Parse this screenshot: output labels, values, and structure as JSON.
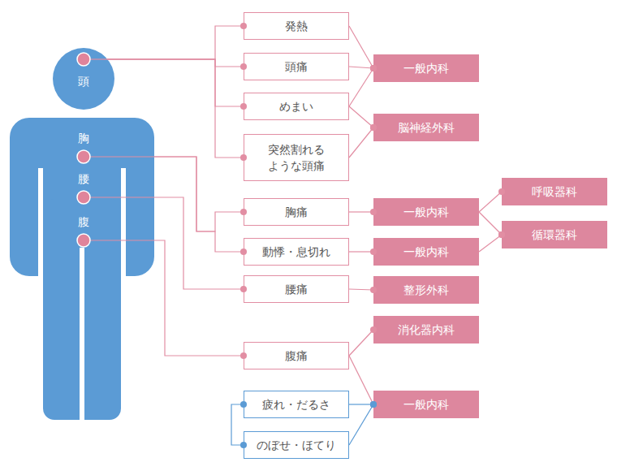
{
  "diagram": {
    "nodes": [
      {
        "text": [
          "頭"
        ]
      },
      {
        "text": [
          "胸",
          "腰",
          "腹"
        ]
      },
      {
        "text": [
          "発熱"
        ]
      },
      {
        "text": [
          "頭痛"
        ]
      },
      {
        "text": [
          "めまい"
        ]
      },
      {
        "text": [
          "突然割れる ような頭痛"
        ]
      },
      {
        "text": [
          "一般内科"
        ]
      },
      {
        "text": [
          "脳神経外科"
        ]
      },
      {
        "text": [
          "胸痛"
        ]
      },
      {
        "text": [
          "一般内科"
        ]
      },
      {
        "text": [
          "呼吸器科"
        ]
      },
      {
        "text": [
          "循環器科"
        ]
      },
      {
        "text": [
          "動悸・息切れ"
        ]
      },
      {
        "text": [
          "一般内科"
        ]
      },
      {
        "text": [
          "腰痛"
        ]
      },
      {
        "text": [
          "整形外科"
        ]
      },
      {
        "text": [
          "腹痛"
        ]
      },
      {
        "text": [
          "消化器内科"
        ]
      },
      {
        "text": [
          "疲れ・だるさ"
        ]
      },
      {
        "text": [
          "のぼせ・ほてり"
        ]
      },
      {
        "text": [
          "一般内科"
        ]
      }
    ],
    "edges": [
      {
        "from": 0,
        "to": 2,
        "arrow": "none"
      },
      {
        "from": 0,
        "to": 3,
        "arrow": "none"
      },
      {
        "from": 0,
        "to": 4,
        "arrow": "none"
      },
      {
        "from": 0,
        "to": 5,
        "arrow": "none"
      },
      {
        "from": 2,
        "to": 6,
        "arrow": "none"
      },
      {
        "from": 3,
        "to": 6,
        "arrow": "none"
      },
      {
        "from": 4,
        "to": 6,
        "arrow": "none"
      },
      {
        "from": 4,
        "to": 7,
        "arrow": "none"
      },
      {
        "from": 5,
        "to": 7,
        "arrow": "none"
      },
      {
        "from": 1,
        "to": 8,
        "arrow": "none"
      },
      {
        "from": 1,
        "to": 12,
        "arrow": "none"
      },
      {
        "from": 1,
        "to": 14,
        "arrow": "none"
      },
      {
        "from": 1,
        "to": 16,
        "arrow": "none"
      },
      {
        "from": 8,
        "to": 9,
        "arrow": "none"
      },
      {
        "from": 12,
        "to": 13,
        "arrow": "none"
      },
      {
        "from": 9,
        "to": 10,
        "arrow": "none"
      },
      {
        "from": 9,
        "to": 11,
        "arrow": "none"
      },
      {
        "from": 13,
        "to": 11,
        "arrow": "none"
      },
      {
        "from": 14,
        "to": 15,
        "arrow": "none"
      },
      {
        "from": 16,
        "to": 17,
        "arrow": "none"
      },
      {
        "from": 16,
        "to": 20,
        "arrow": "none"
      },
      {
        "from": 18,
        "to": 20,
        "arrow": "none"
      },
      {
        "from": 19,
        "to": 20,
        "arrow": "none"
      },
      {
        "from": 18,
        "to": 19,
        "arrow": "none"
      }
    ]
  }
}
